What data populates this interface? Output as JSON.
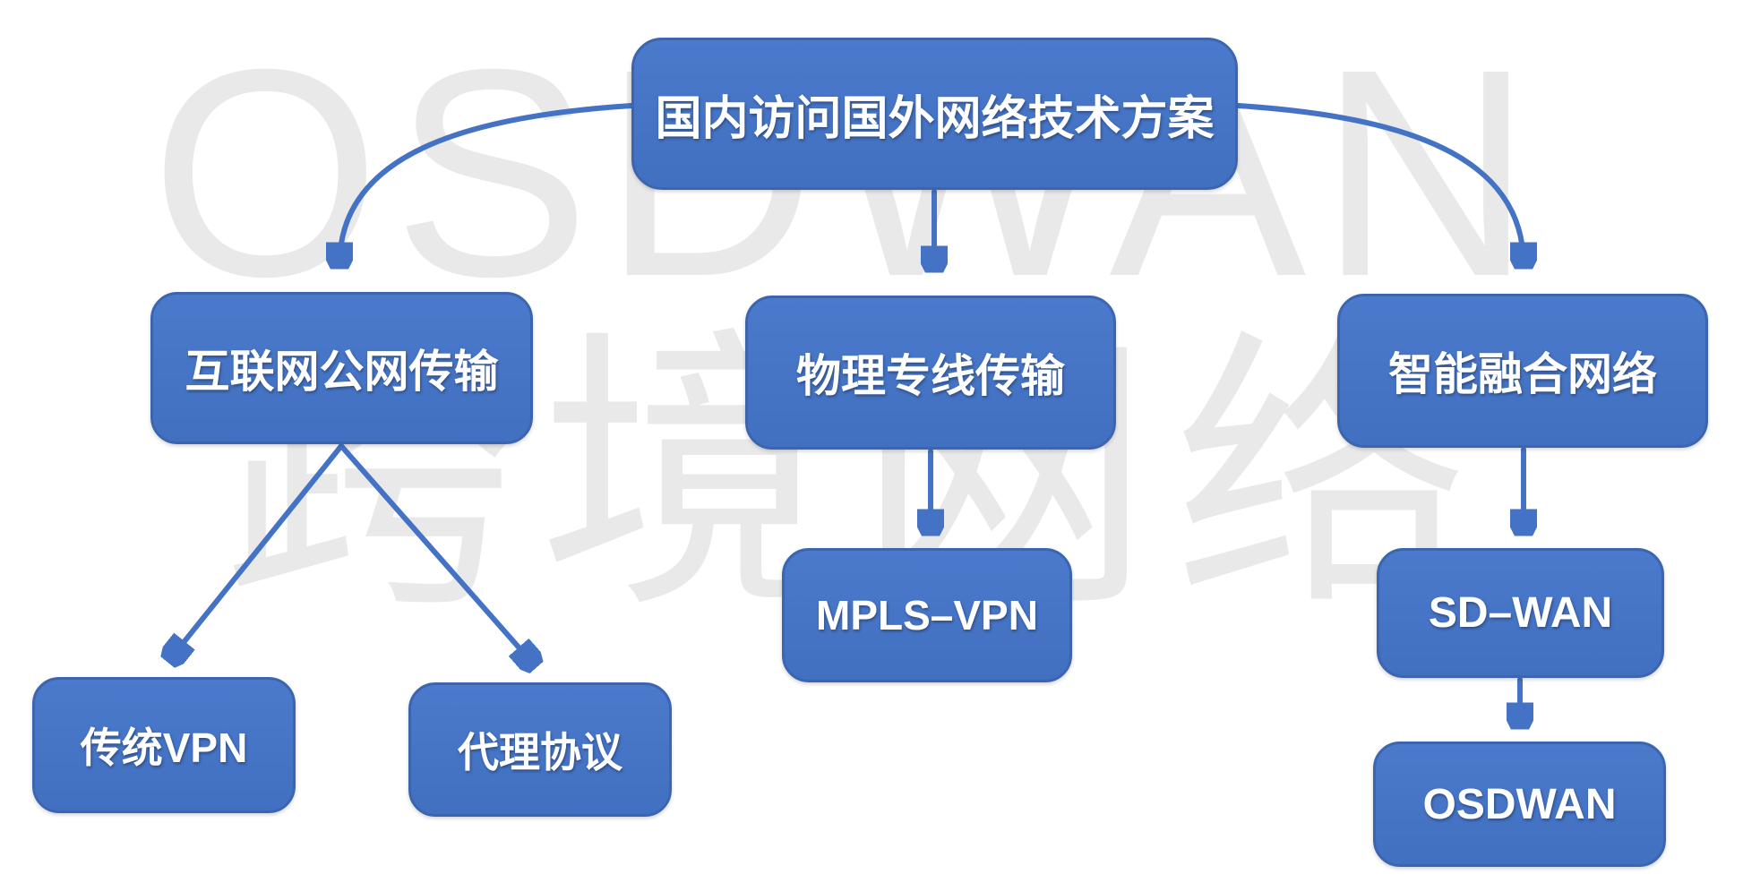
{
  "diagram": {
    "title": "国内访问国外网络技术方案",
    "watermarks": {
      "top": "OSDWAN",
      "middle": "跨境网络"
    },
    "colors": {
      "background": "#FFFFFF",
      "node_fill": "#4472C4",
      "node_border": "#3C65B0",
      "node_text": "#FFFFFF",
      "arrow": "#4472C4",
      "watermark": "#E9E9E9"
    },
    "nodes": {
      "root": {
        "label": "国内访问国外网络技术方案",
        "level": 1
      },
      "internet_public": {
        "label": "互联网公网传输",
        "level": 2
      },
      "physical_line": {
        "label": "物理专线传输",
        "level": 2
      },
      "smart_fusion": {
        "label": "智能融合网络",
        "level": 2
      },
      "traditional_vpn": {
        "label": "传统VPN",
        "level": 3
      },
      "proxy_protocol": {
        "label": "代理协议",
        "level": 3
      },
      "mpls_vpn": {
        "label": "MPLS–VPN",
        "level": 3
      },
      "sd_wan": {
        "label": "SD–WAN",
        "level": 3
      },
      "osdwan": {
        "label": "OSDWAN",
        "level": 4
      }
    },
    "edges": [
      {
        "from": "root",
        "to": "internet_public",
        "style": "curved"
      },
      {
        "from": "root",
        "to": "physical_line",
        "style": "straight"
      },
      {
        "from": "root",
        "to": "smart_fusion",
        "style": "curved"
      },
      {
        "from": "internet_public",
        "to": "traditional_vpn",
        "style": "straight"
      },
      {
        "from": "internet_public",
        "to": "proxy_protocol",
        "style": "straight"
      },
      {
        "from": "physical_line",
        "to": "mpls_vpn",
        "style": "straight"
      },
      {
        "from": "smart_fusion",
        "to": "sd_wan",
        "style": "straight"
      },
      {
        "from": "sd_wan",
        "to": "osdwan",
        "style": "straight"
      }
    ]
  }
}
